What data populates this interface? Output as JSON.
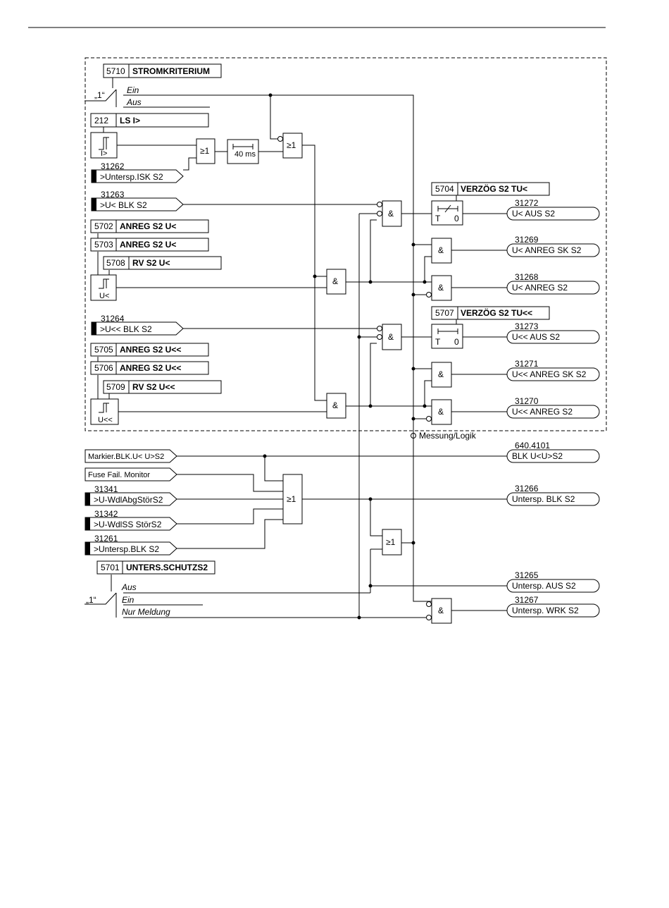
{
  "boundary_label": "Messung/Logik",
  "params": {
    "p5710": {
      "num": "5710",
      "name": "STROMKRITERIUM"
    },
    "p212": {
      "num": "212",
      "name": "LS I>"
    },
    "p5704": {
      "num": "5704",
      "name": "VERZÖG S2 TU<"
    },
    "p5702": {
      "num": "5702",
      "name": "ANREG S2 U<"
    },
    "p5703": {
      "num": "5703",
      "name": "ANREG S2 U<"
    },
    "p5708": {
      "num": "5708",
      "name": "RV S2 U<"
    },
    "p5707": {
      "num": "5707",
      "name": "VERZÖG S2 TU<<"
    },
    "p5705": {
      "num": "5705",
      "name": "ANREG S2 U<<"
    },
    "p5706": {
      "num": "5706",
      "name": "ANREG S2 U<<"
    },
    "p5709": {
      "num": "5709",
      "name": "RV S2 U<<"
    },
    "p5701": {
      "num": "5701",
      "name": "UNTERS.SCHUTZS2"
    }
  },
  "switches": {
    "s5710": {
      "one": "„1“",
      "ein": "Ein",
      "aus": "Aus"
    },
    "s5701": {
      "one": "„1“",
      "aus": "Aus",
      "ein": "Ein",
      "nur": "Nur Meldung"
    }
  },
  "inputs": {
    "i31262": {
      "num": "31262",
      "name": ">Untersp.ISK S2"
    },
    "i31263": {
      "num": "31263",
      "name": ">U< BLK S2"
    },
    "i31264": {
      "num": "31264",
      "name": ">U<< BLK S2"
    },
    "markier": {
      "name": "Markier.BLK.U< U>S2"
    },
    "fuse": {
      "name": "Fuse Fail. Monitor"
    },
    "i31341": {
      "num": "31341",
      "name": ">U-WdlAbgStörS2"
    },
    "i31342": {
      "num": "31342",
      "name": ">U-WdlSS StörS2"
    },
    "i31261": {
      "num": "31261",
      "name": ">Untersp.BLK S2"
    }
  },
  "outputs": {
    "o31272": {
      "num": "31272",
      "name": "U< AUS S2"
    },
    "o31269": {
      "num": "31269",
      "name": "U< ANREG SK S2"
    },
    "o31268": {
      "num": "31268",
      "name": "U< ANREG S2"
    },
    "o31273": {
      "num": "31273",
      "name": "U<< AUS S2"
    },
    "o31271": {
      "num": "31271",
      "name": "U<< ANREG SK S2"
    },
    "o31270": {
      "num": "31270",
      "name": "U<< ANREG S2"
    },
    "o640": {
      "num": "640.4101",
      "name": "BLK U<U>S2"
    },
    "o31266": {
      "num": "31266",
      "name": "Untersp. BLK S2"
    },
    "o31265": {
      "num": "31265",
      "name": "Untersp. AUS S2"
    },
    "o31267": {
      "num": "31267",
      "name": "Untersp. WRK S2"
    }
  },
  "gates": {
    "and": "&",
    "or": "≥1"
  },
  "blocks": {
    "delay40": "40 ms",
    "timer_t": "T",
    "timer_0": "0",
    "thr_i": "I>",
    "thr_u1": "U<",
    "thr_u2": "U<<"
  }
}
